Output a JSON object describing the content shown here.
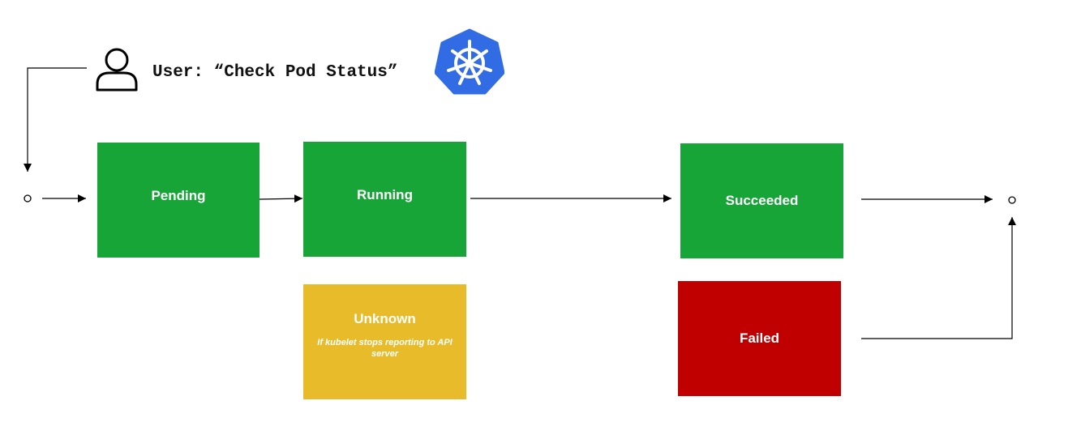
{
  "user": {
    "label": "User: “Check Pod Status”",
    "icon": "user-icon"
  },
  "logo": {
    "icon": "kubernetes-helm-logo",
    "color": "#326CE5"
  },
  "states": {
    "pending": {
      "label": "Pending",
      "color": "#16A536"
    },
    "running": {
      "label": "Running",
      "color": "#16A536"
    },
    "succeeded": {
      "label": "Succeeded",
      "color": "#16A536"
    },
    "unknown": {
      "label": "Unknown",
      "note": "If kubelet stops reporting to API server",
      "color": "#E8BB2B"
    },
    "failed": {
      "label": "Failed",
      "color": "#C00000"
    }
  }
}
